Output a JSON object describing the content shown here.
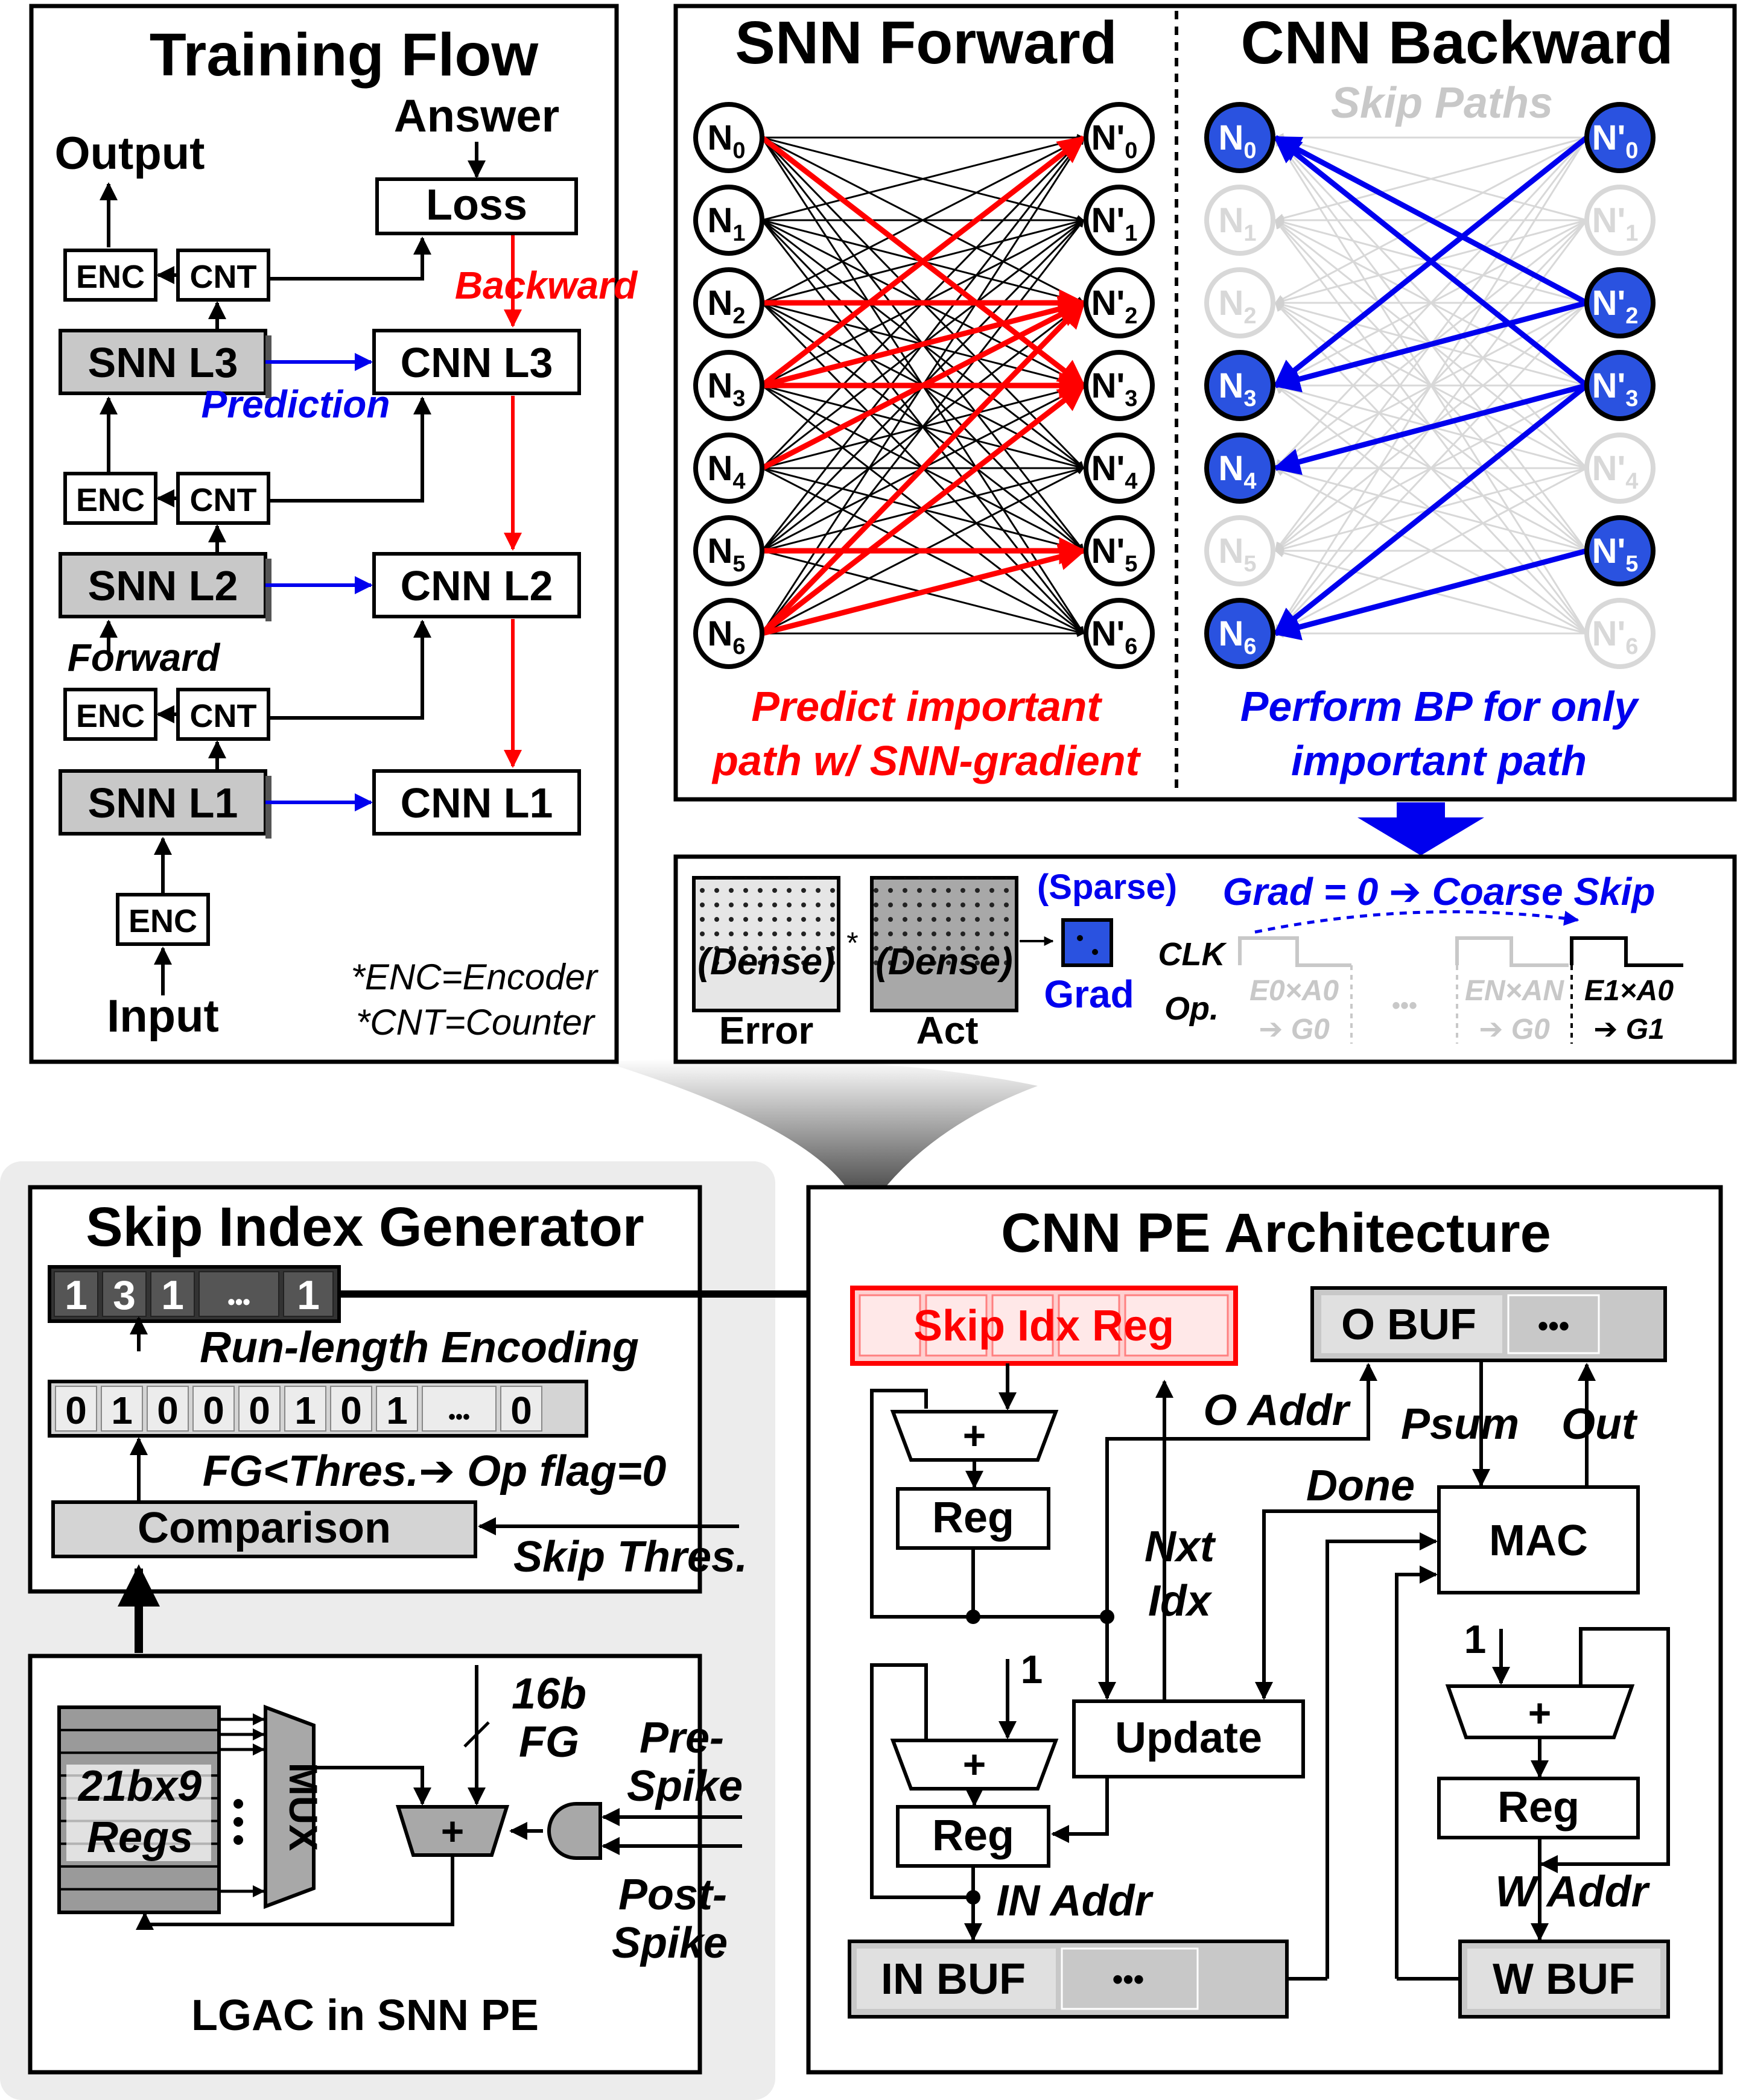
{
  "training_flow": {
    "title": "Training Flow",
    "answer": "Answer",
    "output": "Output",
    "input": "Input",
    "loss": "Loss",
    "backward": "Backward",
    "prediction": "Prediction",
    "forward": "Forward",
    "enc": "ENC",
    "cnt": "CNT",
    "snn_layers": [
      "SNN L3",
      "SNN L2",
      "SNN L1"
    ],
    "cnn_layers": [
      "CNN L3",
      "CNN L2",
      "CNN L1"
    ],
    "note_enc": "*ENC=Encoder",
    "note_cnt": "*CNT=Counter"
  },
  "snn_forward": {
    "title": "SNN Forward",
    "caption_line1": "Predict important",
    "caption_line2": "path w/ SNN-gradient",
    "left_neurons": [
      "N0",
      "N1",
      "N2",
      "N3",
      "N4",
      "N5",
      "N6"
    ],
    "right_neurons": [
      "N'0",
      "N'1",
      "N'2",
      "N'3",
      "N'4",
      "N'5",
      "N'6"
    ],
    "important_paths": [
      [
        0,
        3
      ],
      [
        3,
        0
      ],
      [
        3,
        2
      ],
      [
        3,
        3
      ],
      [
        2,
        2
      ],
      [
        4,
        2
      ],
      [
        6,
        2
      ],
      [
        6,
        3
      ],
      [
        6,
        5
      ],
      [
        5,
        5
      ]
    ]
  },
  "cnn_backward": {
    "title": "CNN Backward",
    "skip_paths": "Skip Paths",
    "caption_line1": "Perform BP for only",
    "caption_line2": "important path",
    "active_left": [
      0,
      3,
      4,
      6
    ],
    "active_right": [
      0,
      2,
      3,
      5
    ],
    "backprop_paths": [
      [
        0,
        3
      ],
      [
        2,
        0
      ],
      [
        2,
        3
      ],
      [
        3,
        0
      ],
      [
        3,
        4
      ],
      [
        5,
        6
      ],
      [
        3,
        6
      ]
    ]
  },
  "sparse_panel": {
    "error_label": "Error",
    "act_label": "Act",
    "grad_label": "Grad",
    "dense": "(Dense)",
    "sparse": "(Sparse)",
    "multiply": "*",
    "coarse_skip": "Grad = 0 ➔ Coarse Skip",
    "clk": "CLK",
    "op": "Op.",
    "ops": [
      {
        "top": "E0×A0",
        "bottom": "➔ G0",
        "skipped": true
      },
      {
        "top": "EN×AN",
        "bottom": "➔ G0",
        "skipped": true
      },
      {
        "top": "E1×A0",
        "bottom": "➔ G1",
        "skipped": false
      }
    ],
    "ellipsis": "•••"
  },
  "skip_index_generator": {
    "title": "Skip Index Generator",
    "rle_values": [
      "1",
      "3",
      "1",
      "•••",
      "1"
    ],
    "rle_label": "Run-length Encoding",
    "flags": [
      "0",
      "1",
      "0",
      "0",
      "0",
      "1",
      "0",
      "1",
      "•••",
      "0"
    ],
    "fg_thres": "FG<Thres.➔ Op flag=0",
    "comparison": "Comparison",
    "skip_thres": "Skip Thres."
  },
  "lgac": {
    "title": "LGAC in SNN PE",
    "regs_line1": "21bx9",
    "regs_line2": "Regs",
    "mux": "MUX",
    "plus": "+",
    "fg_line1": "16b",
    "fg_line2": "FG",
    "pre_line1": "Pre-",
    "pre_line2": "Spike",
    "post_line1": "Post-",
    "post_line2": "Spike"
  },
  "cnn_pe": {
    "title": "CNN PE Architecture",
    "skip_idx_reg": "Skip Idx Reg",
    "o_buf": "O BUF",
    "o_addr": "O Addr",
    "psum": "Psum",
    "out": "Out",
    "done": "Done",
    "mac": "MAC",
    "nxt": "Nxt",
    "idx": "Idx",
    "update": "Update",
    "reg": "Reg",
    "plus": "+",
    "one": "1",
    "in_addr": "IN Addr",
    "w_addr": "W Addr",
    "in_buf": "IN BUF",
    "w_buf": "W BUF",
    "ellipsis": "•••"
  },
  "colors": {
    "red": "#ff0000",
    "blue": "#0000ee",
    "node_blue": "#2a52e0",
    "gray_box": "#c8c8c8",
    "dark_box": "#333333"
  }
}
